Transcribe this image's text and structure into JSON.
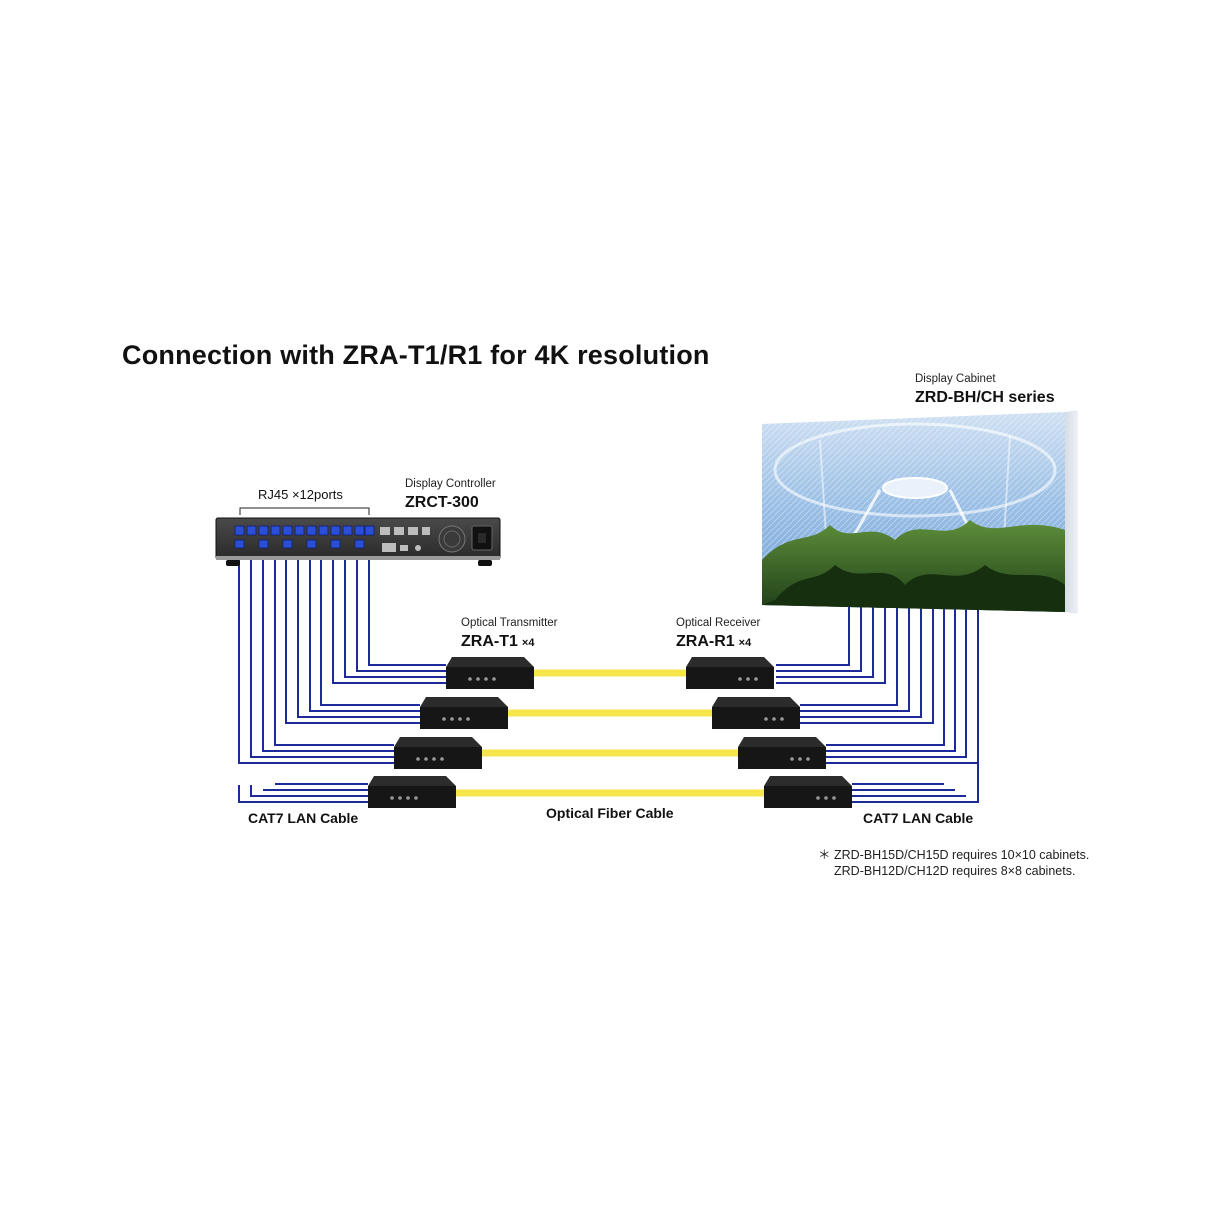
{
  "title": "Connection with ZRA-T1/R1 for 4K resolution",
  "controller": {
    "ports_label": "RJ45 ×12ports",
    "caption": "Display Controller",
    "model": "ZRCT-300"
  },
  "cabinet": {
    "caption": "Display Cabinet",
    "model": "ZRD-BH/CH series"
  },
  "transmitter": {
    "caption": "Optical Transmitter",
    "model": "ZRA-T1",
    "multiplier": "×4"
  },
  "receiver": {
    "caption": "Optical Receiver",
    "model": "ZRA-R1",
    "multiplier": "×4"
  },
  "cables": {
    "lan_left": "CAT7 LAN Cable",
    "fiber": "Optical Fiber Cable",
    "lan_right": "CAT7 LAN Cable"
  },
  "notes": {
    "line1": "＊ ZRD-BH15D/CH15D requires 10×10 cabinets.",
    "line2": "ZRD-BH12D/CH12D requires 8×8 cabinets."
  },
  "colors": {
    "lan_cable": "#1c2a9c",
    "fiber_cable": "#f5e64a",
    "device_body": "#1b1b1b",
    "port_blue": "#2a4fd6"
  }
}
